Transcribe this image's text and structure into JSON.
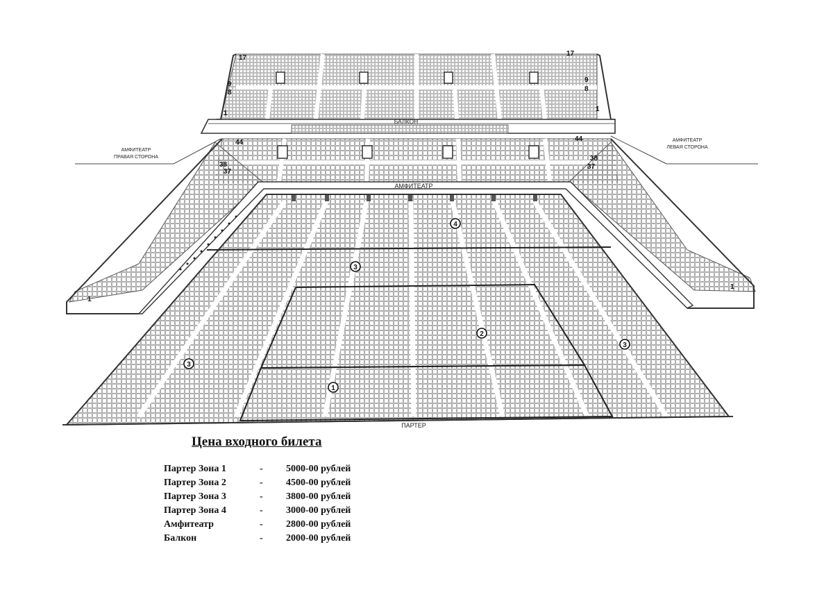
{
  "hall": {
    "balcony_label": "БАЛКОН",
    "amphitheatre_label": "АМФИТЕАТР",
    "parterre_label": "ПАРТЕР",
    "amph_right_side_line1": "АМФИТЕАТР",
    "amph_right_side_line2": "ПРАВАЯ СТОРОНА",
    "amph_left_side_line1": "АМФИТЕАТР",
    "amph_left_side_line2": "ЛЕВАЯ СТОРОНА",
    "row_numbers": {
      "balcony_top": "17",
      "balcony_mid": "9",
      "balcony_mid2": "8",
      "balcony_bottom": "1",
      "amph_top": "44",
      "amph_38": "38",
      "amph_37": "37",
      "amph_side_first": "1"
    },
    "zone_markers": [
      "1",
      "2",
      "3",
      "3",
      "3",
      "4"
    ]
  },
  "prices": {
    "title": "Цена входного билета",
    "rows": [
      {
        "name": "Партер Зона 1",
        "dash": "-",
        "price": "5000-00 рублей"
      },
      {
        "name": "Партер Зона 2",
        "dash": "-",
        "price": "4500-00 рублей"
      },
      {
        "name": "Партер Зона 3",
        "dash": "-",
        "price": "3800-00 рублей"
      },
      {
        "name": "Партер Зона 4",
        "dash": "-",
        "price": "3000-00 рублей"
      },
      {
        "name": "Амфитеатр",
        "dash": "-",
        "price": "2800-00 рублей"
      },
      {
        "name": "Балкон",
        "dash": "-",
        "price": "2000-00 рублей"
      }
    ]
  }
}
